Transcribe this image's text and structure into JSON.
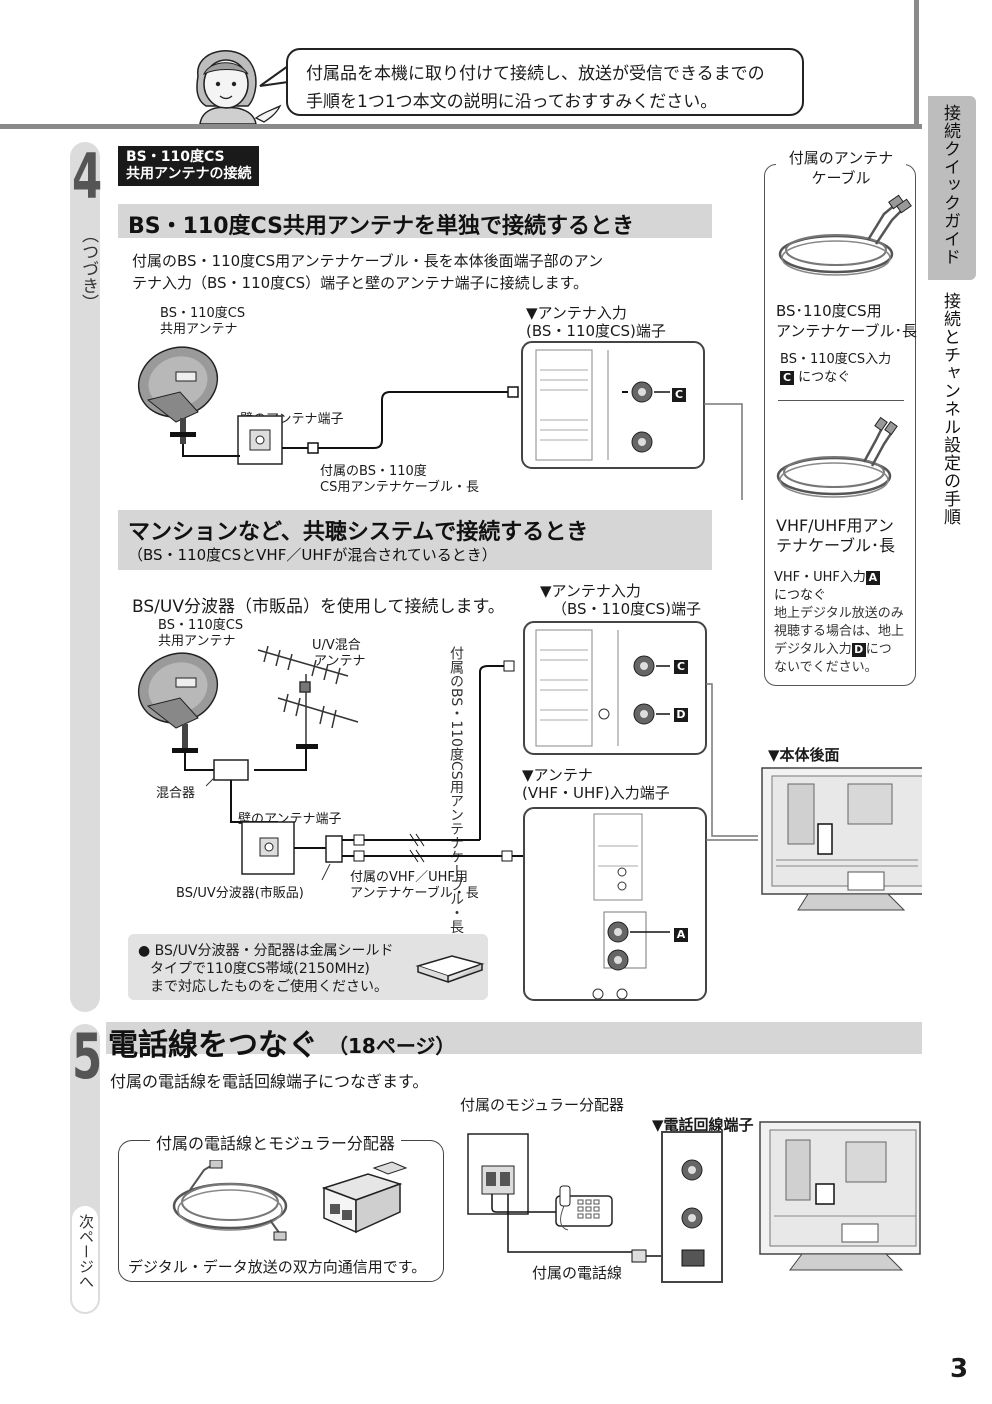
{
  "intro": {
    "line1": "付属品を本機に取り付けて接続し、放送が受信できるまでの",
    "line2": "手順を1つ1つ本文の説明に沿っておすすみください。"
  },
  "side_tabs": {
    "active": "接続クイックガイド",
    "inactive": "接続とチャンネル設定の手順"
  },
  "step4": {
    "number": "4",
    "cont": "（つづき）",
    "tag_line1": "BS・110度CS",
    "tag_line2": "共用アンテナの接続",
    "sec1": {
      "title": "BS・110度CS共用アンテナを単独で接続するとき",
      "desc1": "付属のBS・110度CS用アンテナケーブル・長を本体後面端子部のアン",
      "desc2": "テナ入力（BS・110度CS）端子と壁のアンテナ端子に接続します。",
      "antenna_l1": "BS・110度CS",
      "antenna_l2": "共用アンテナ",
      "wall": "壁のアンテナ端子",
      "cable_l1": "付属のBS・110度",
      "cable_l2": "CS用アンテナケーブル・長",
      "terminal_l1": "▼アンテナ入力",
      "terminal_l2": "(BS・110度CS)端子",
      "label_c": "C"
    },
    "sec2": {
      "title": "マンションなど、共聴システムで接続するとき",
      "subtitle": "（BS・110度CSとVHF／UHFが混合されているとき）",
      "desc": "BS/UV分波器（市販品）を使用して接続します。",
      "antenna_l1": "BS・110度CS",
      "antenna_l2": "共用アンテナ",
      "uv_l1": "U/V混合",
      "uv_l2": "アンテナ",
      "mixer": "混合器",
      "wall": "壁のアンテナ端子",
      "splitter": "BS/UV分波器(市販品)",
      "vertical_cable": "付属のBS・110度CS用アンテナケーブル・長",
      "vhf_cable_l1": "付属のVHF／UHF用",
      "vhf_cable_l2": "アンテナケーブル・長",
      "terminal_l1": "▼アンテナ入力",
      "terminal_l2": "（BS・110度CS)端子",
      "terminal2_l1": "▼アンテナ",
      "terminal2_l2": "(VHF・UHF)入力端子",
      "label_c": "C",
      "label_d": "D",
      "label_a": "A",
      "rear": "▼本体後面"
    },
    "note": {
      "l1": "● BS/UV分波器・分配器は金属シールド",
      "l2": "タイプで110度CS帯域(2150MHz)",
      "l3": "まで対応したものをご使用ください。"
    }
  },
  "accessories": {
    "title_l1": "付属のアンテナ",
    "title_l2": "ケーブル",
    "bs_cable_l1": "BS･110度CS用",
    "bs_cable_l2": "アンテナケーブル･長",
    "bs_conn_l1": "BS・110度CS入力",
    "bs_conn_l2": "につなぐ",
    "vhf_cable_l1": "VHF/UHF用アン",
    "vhf_cable_l2": "テナケーブル･長",
    "vhf_conn_l1": "VHF・UHF入力",
    "vhf_conn_l2": "につなぐ",
    "note_l1": "地上デジタル放送のみ",
    "note_l2": "視聴する場合は、地上",
    "note_l3": "デジタル入力",
    "note_l3b": "につ",
    "note_l4": "ないでください。",
    "label_c": "C",
    "label_a": "A",
    "label_d": "D"
  },
  "step5": {
    "number": "5",
    "title": "電話線をつなぐ",
    "page_ref": "（18ページ）",
    "desc": "付属の電話線を電話回線端子につなぎます。",
    "modular": "付属のモジュラー分配器",
    "phone_terminal": "▼電話回線端子",
    "phone_line": "付属の電話線",
    "box_title": "付属の電話線とモジュラー分配器",
    "box_note": "デジタル・データ放送の双方向通信用です。"
  },
  "next_page": "次ページへ",
  "page_number": "3"
}
